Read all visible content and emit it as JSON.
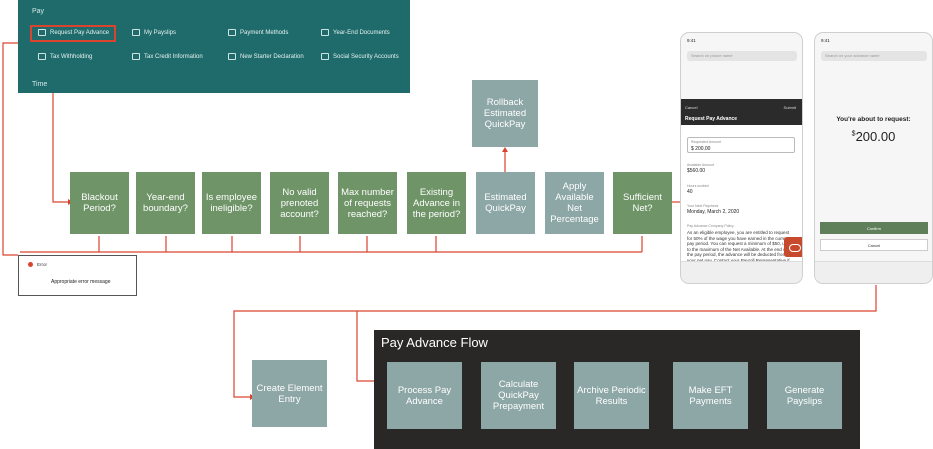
{
  "pay_panel": {
    "title": "Pay",
    "time_label": "Time",
    "menu": [
      {
        "label": "Request Pay Advance",
        "icon": "request-pay-icon"
      },
      {
        "label": "My Payslips",
        "icon": "payslip-icon"
      },
      {
        "label": "Payment Methods",
        "icon": "payment-methods-icon"
      },
      {
        "label": "Year-End Documents",
        "icon": "documents-icon"
      },
      {
        "label": "Tax Withholding",
        "icon": "tax-withholding-icon"
      },
      {
        "label": "Tax Credit Information",
        "icon": "tax-credit-icon"
      },
      {
        "label": "New Starter Declaration",
        "icon": "declaration-icon"
      },
      {
        "label": "Social Security Accounts",
        "icon": "social-security-icon"
      }
    ]
  },
  "checks": [
    "Blackout Period?",
    "Year-end boundary?",
    "Is employee ineligible?",
    "No valid prenoted account?",
    "Max number of requests reached?",
    "Existing Advance in the period?",
    "Estimated QuickPay",
    "Apply Available Net Percentage",
    "Sufficient Net?"
  ],
  "rollback": "Rollback Estimated QuickPay",
  "error_box": {
    "title": "Error",
    "message": "Appropriate error message"
  },
  "phone1": {
    "status": "9:41",
    "search": "Search on phone name",
    "cancel": "Cancel",
    "submit": "Submit",
    "header": "Request Pay Advance",
    "requested_label": "Requested Amount",
    "requested_value": "$ 200.00",
    "available_label": "Available Amount",
    "available_value": "$560.00",
    "hours_label": "Hours worked",
    "hours_value": "40",
    "paycheck_label": "Your Next Paycheck",
    "paycheck_value": "Monday, March 2, 2020",
    "policy_label": "Pay Advance Company Policy",
    "policy_text": "As an eligible employee, you are entitled to request for 50% of the wage you have earned in the current pay period. You can request a minimum of $50, up to the maximum of the Net Available. At the end of the pay period, the advance will be deducted from your net pay. Contact your Payroll Representative if you have any questions."
  },
  "phone2": {
    "status": "9:41",
    "search": "Search on your advance name",
    "request_text": "You're about to request:",
    "currency": "$",
    "amount": "200.00",
    "confirm": "Confirm",
    "cancel": "Cancel"
  },
  "create_element": "Create Element Entry",
  "flow": {
    "title": "Pay Advance Flow",
    "steps": [
      "Process Pay Advance",
      "Calculate QuickPay Prepayment",
      "Archive Periodic Results",
      "Make EFT Payments",
      "Generate Payslips"
    ]
  },
  "colors": {
    "teal_panel": "#1f6b6b",
    "green_box": "#6f9468",
    "gray_box": "#8da6a6",
    "connector": "#d9432f",
    "flow_panel": "#2a2826"
  }
}
